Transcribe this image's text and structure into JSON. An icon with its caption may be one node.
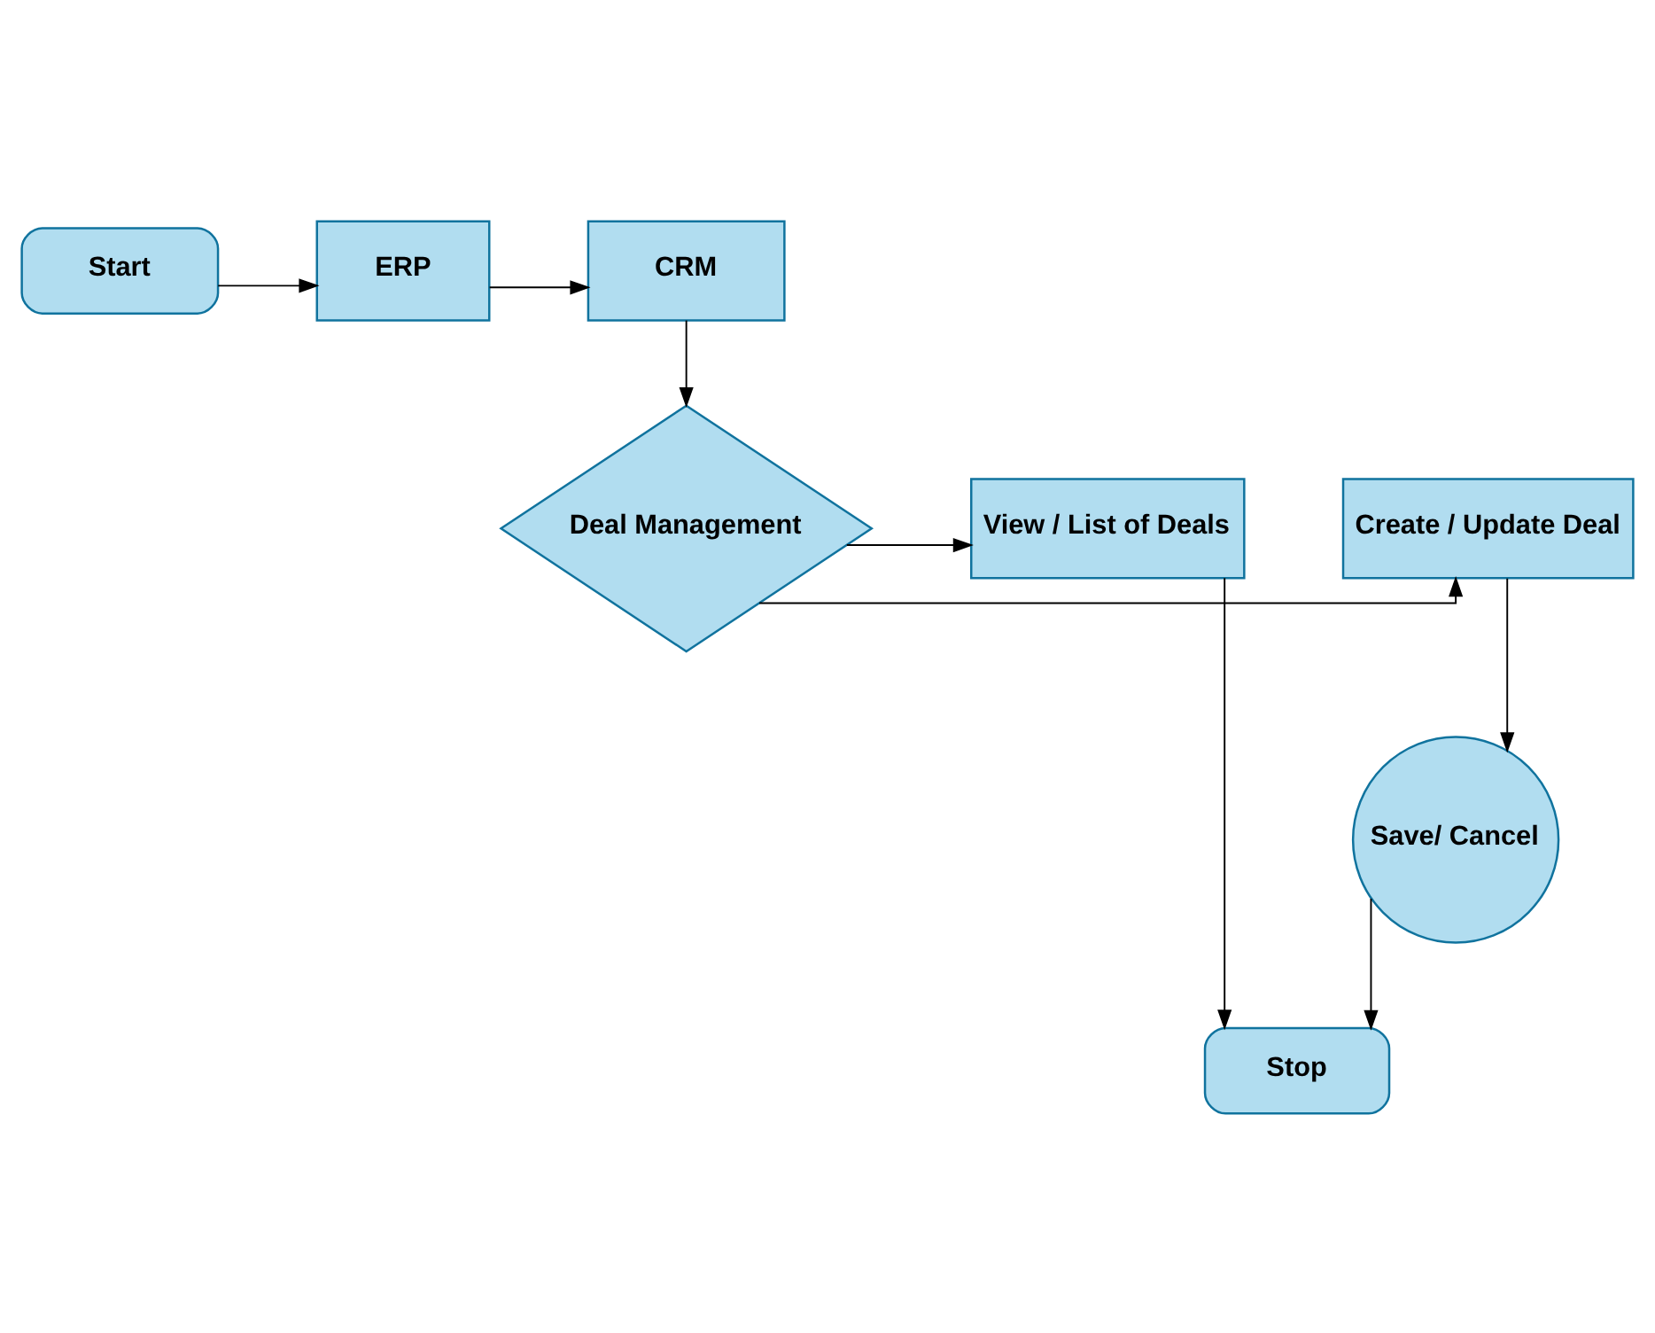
{
  "diagram": {
    "nodes": [
      {
        "text": [
          "Start"
        ]
      },
      {
        "text": [
          "ERP"
        ]
      },
      {
        "text": [
          "CRM"
        ]
      },
      {
        "text": [
          "Deal Management"
        ]
      },
      {
        "text": [
          "Create / Update Deal"
        ]
      },
      {
        "text": [
          "View / List of Deals"
        ]
      },
      {
        "text": [
          "Save/ Cancel"
        ]
      },
      {
        "text": [
          "Stop"
        ]
      }
    ],
    "edges": [
      {
        "from": 0,
        "to": 1,
        "arrow": "to"
      },
      {
        "from": 1,
        "to": 2,
        "arrow": "to"
      },
      {
        "from": 2,
        "to": 3,
        "arrow": "to"
      },
      {
        "from": 3,
        "to": 4,
        "arrow": "to"
      },
      {
        "from": 3,
        "to": 5,
        "arrow": "to"
      },
      {
        "from": 4,
        "to": 6,
        "arrow": "to"
      },
      {
        "from": 6,
        "to": 7,
        "arrow": "to"
      },
      {
        "from": 5,
        "to": 7,
        "arrow": "to"
      }
    ]
  }
}
